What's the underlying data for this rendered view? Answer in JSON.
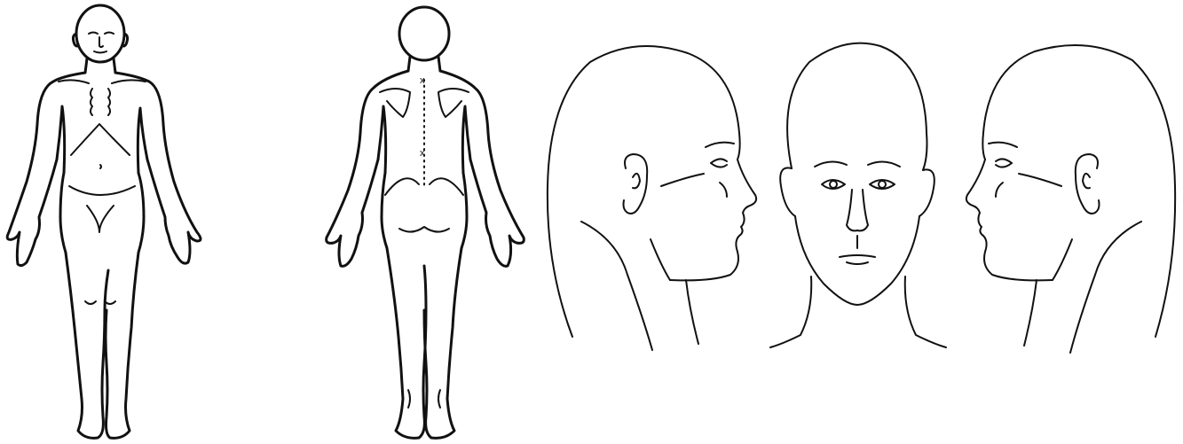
{
  "figures": [
    {
      "id": "body-front",
      "view": "anterior"
    },
    {
      "id": "body-back",
      "view": "posterior"
    },
    {
      "id": "head-right-profile",
      "view": "right-lateral"
    },
    {
      "id": "head-front",
      "view": "anterior"
    },
    {
      "id": "head-left-profile",
      "view": "left-lateral"
    }
  ],
  "markers": {
    "spine_top": "x",
    "spine_lower": "x"
  },
  "line_color": "#111111"
}
